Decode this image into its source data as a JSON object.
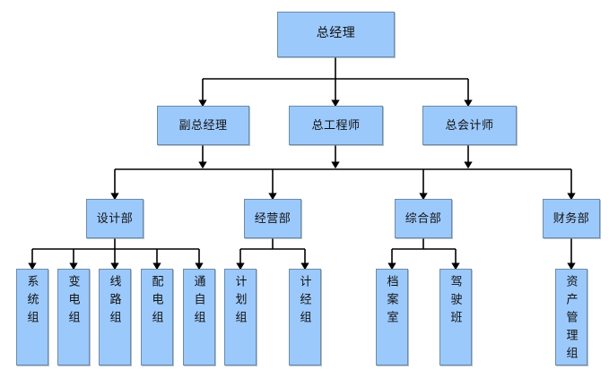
{
  "chart_data": {
    "type": "diagram",
    "title": "",
    "diagram_kind": "organizational-chart",
    "orientation": "top-down",
    "style": {
      "node_fill": "#9CC9FC",
      "node_border": "#6E8BA5",
      "connector_color": "#000000",
      "background": "#FFFFFF",
      "text_color": "#111111"
    },
    "levels": [
      {
        "level": 1,
        "nodes": [
          "总经理"
        ]
      },
      {
        "level": 2,
        "nodes": [
          "副总经理",
          "总工程师",
          "总会计师"
        ]
      },
      {
        "level": 3,
        "nodes": [
          "设计部",
          "经营部",
          "综合部",
          "财务部"
        ]
      },
      {
        "level": 4,
        "nodes": [
          "系统组",
          "变电组",
          "线路组",
          "配电组",
          "通自组",
          "计划组",
          "计经组",
          "档案室",
          "驾驶班",
          "资产管理组"
        ]
      }
    ],
    "edges": [
      {
        "from": "总经理",
        "to": "副总经理"
      },
      {
        "from": "总经理",
        "to": "总工程师"
      },
      {
        "from": "总经理",
        "to": "总会计师"
      },
      {
        "from": "副总经理",
        "to": "设计部"
      },
      {
        "from": "副总经理",
        "to": "经营部"
      },
      {
        "from": "总工程师",
        "to": "综合部"
      },
      {
        "from": "总会计师",
        "to": "财务部"
      },
      {
        "from": "设计部",
        "to": "系统组"
      },
      {
        "from": "设计部",
        "to": "变电组"
      },
      {
        "from": "设计部",
        "to": "线路组"
      },
      {
        "from": "设计部",
        "to": "配电组"
      },
      {
        "from": "设计部",
        "to": "通自组"
      },
      {
        "from": "经营部",
        "to": "计划组"
      },
      {
        "from": "经营部",
        "to": "计经组"
      },
      {
        "from": "综合部",
        "to": "档案室"
      },
      {
        "from": "综合部",
        "to": "驾驶班"
      },
      {
        "from": "财务部",
        "to": "资产管理组"
      }
    ]
  },
  "nodes": {
    "root": {
      "label": "总经理"
    },
    "level2": [
      {
        "label": "副总经理"
      },
      {
        "label": "总工程师"
      },
      {
        "label": "总会计师"
      }
    ],
    "level3": [
      {
        "label": "设计部"
      },
      {
        "label": "经营部"
      },
      {
        "label": "综合部"
      },
      {
        "label": "财务部"
      }
    ],
    "level4": [
      {
        "label": "系统组"
      },
      {
        "label": "变电组"
      },
      {
        "label": "线路组"
      },
      {
        "label": "配电组"
      },
      {
        "label": "通自组"
      },
      {
        "label": "计划组"
      },
      {
        "label": "计经组"
      },
      {
        "label": "档案室"
      },
      {
        "label": "驾驶班"
      },
      {
        "label": "资产管理组"
      }
    ]
  }
}
